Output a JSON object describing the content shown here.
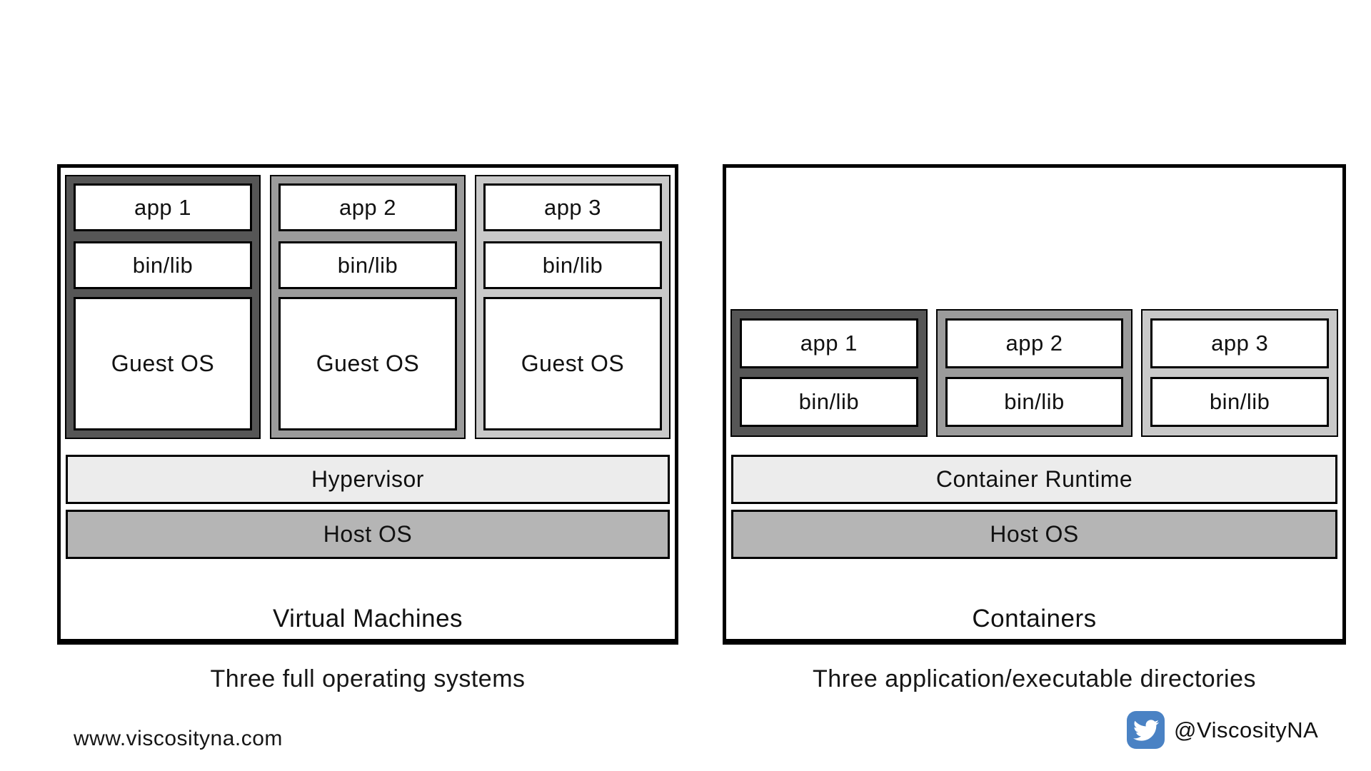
{
  "vm_panel": {
    "title": "Virtual Machines",
    "caption": "Three full operating systems",
    "stacks": [
      {
        "app": "app 1",
        "binlib": "bin/lib",
        "os": "Guest OS",
        "shade": "#565656"
      },
      {
        "app": "app 2",
        "binlib": "bin/lib",
        "os": "Guest OS",
        "shade": "#9b9b9b"
      },
      {
        "app": "app 3",
        "binlib": "bin/lib",
        "os": "Guest OS",
        "shade": "#c9c9c9"
      }
    ],
    "layers": [
      {
        "label": "Hypervisor",
        "fill": "#ececec"
      },
      {
        "label": "Host OS",
        "fill": "#b5b5b5"
      }
    ]
  },
  "container_panel": {
    "title": "Containers",
    "caption": "Three application/executable directories",
    "stacks": [
      {
        "app": "app 1",
        "binlib": "bin/lib",
        "shade": "#565656"
      },
      {
        "app": "app 2",
        "binlib": "bin/lib",
        "shade": "#9b9b9b"
      },
      {
        "app": "app 3",
        "binlib": "bin/lib",
        "shade": "#c9c9c9"
      }
    ],
    "layers": [
      {
        "label": "Container Runtime",
        "fill": "#ececec"
      },
      {
        "label": "Host OS",
        "fill": "#b5b5b5"
      }
    ]
  },
  "footer": {
    "website": "www.viscosityna.com",
    "twitter_handle": "@ViscosityNA",
    "twitter_icon": "twitter-bird",
    "twitter_blue": "#4a82c4"
  }
}
